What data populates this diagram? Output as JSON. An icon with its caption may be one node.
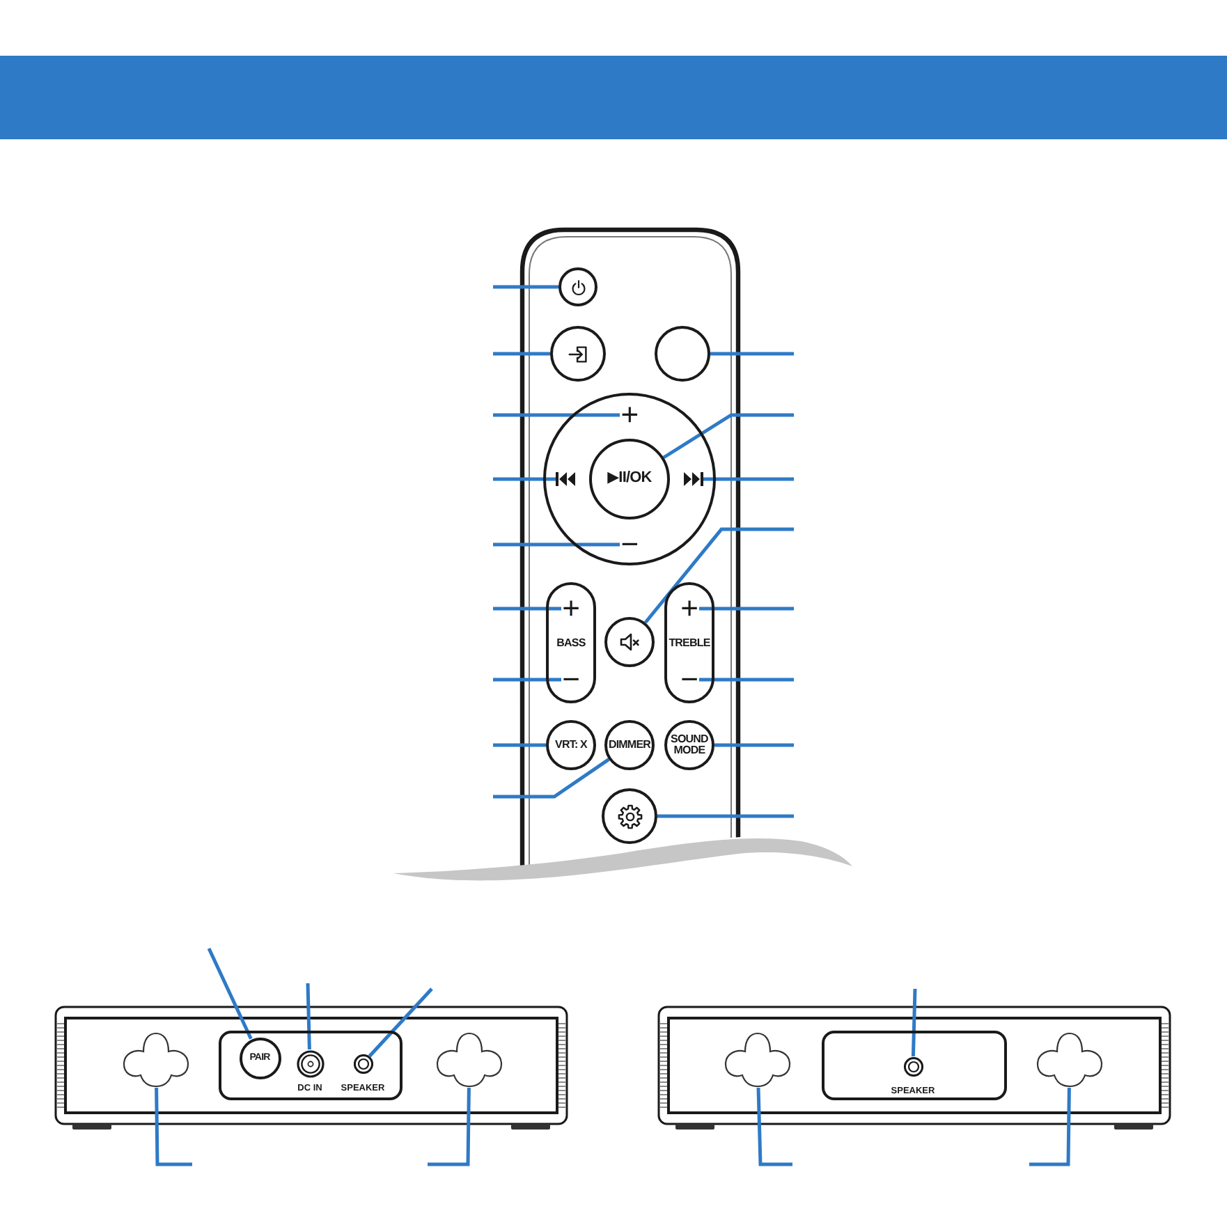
{
  "diagram": {
    "nodes": [
      {
        "text": [],
        "shape": "picture"
      },
      {
        "text": [],
        "shape": "circle",
        "in": 0
      },
      {
        "text": [],
        "shape": "circle",
        "in": 0
      },
      {
        "text": [],
        "shape": "circle",
        "in": 0
      },
      {
        "text": [],
        "shape": "circle",
        "in": 0
      },
      {
        "text": [
          "+"
        ],
        "in": 4
      },
      {
        "text": [],
        "shape": "icon",
        "in": 4
      },
      {
        "text": [
          "▶II/OK"
        ],
        "in": 4
      },
      {
        "text": [],
        "shape": "icon",
        "in": 4
      },
      {
        "text": [
          "−"
        ],
        "in": 4
      },
      {
        "text": [
          "BASS"
        ],
        "in": 0
      },
      {
        "text": [
          "+"
        ],
        "in": 10
      },
      {
        "text": [
          "−"
        ],
        "in": 10
      },
      {
        "text": [],
        "shape": "circle",
        "in": 0
      },
      {
        "text": [
          "TREBLE"
        ],
        "in": 0
      },
      {
        "text": [
          "+"
        ],
        "in": 14
      },
      {
        "text": [
          "−"
        ],
        "in": 14
      },
      {
        "text": [
          "VRT: X"
        ],
        "in": 0
      },
      {
        "text": [
          "DIMMER"
        ],
        "in": 0
      },
      {
        "text": [
          "SOUND MODE"
        ],
        "in": 0
      },
      {
        "text": [],
        "shape": "circle",
        "in": 0
      },
      {
        "text": [],
        "shape": "picture"
      },
      {
        "text": [],
        "shape": "keyhole",
        "in": 21
      },
      {
        "text": [],
        "shape": "box",
        "in": 21
      },
      {
        "text": [
          "PAIR"
        ],
        "in": 23
      },
      {
        "text": [],
        "shape": "circle",
        "beside": [
          "DC IN"
        ],
        "in": 23
      },
      {
        "text": [],
        "shape": "circle",
        "beside": [
          "SPEAKER"
        ],
        "in": 23
      },
      {
        "text": [],
        "shape": "keyhole",
        "in": 21
      },
      {
        "text": [],
        "shape": "picture"
      },
      {
        "text": [],
        "shape": "keyhole",
        "in": 28
      },
      {
        "text": [],
        "shape": "box",
        "in": 28
      },
      {
        "text": [],
        "shape": "circle",
        "beside": [
          "SPEAKER"
        ],
        "in": 30
      },
      {
        "text": [],
        "shape": "keyhole",
        "in": 28
      }
    ],
    "edges": [
      {
        "from": null,
        "to": 1,
        "arrow": "none"
      },
      {
        "from": null,
        "to": 2,
        "arrow": "none"
      },
      {
        "from": null,
        "to": 5,
        "arrow": "none"
      },
      {
        "from": null,
        "to": 6,
        "arrow": "none"
      },
      {
        "from": null,
        "to": 9,
        "arrow": "none"
      },
      {
        "from": null,
        "to": 11,
        "arrow": "none"
      },
      {
        "from": null,
        "to": 12,
        "arrow": "none"
      },
      {
        "from": null,
        "to": 17,
        "arrow": "none"
      },
      {
        "from": null,
        "to": 18,
        "arrow": "none"
      },
      {
        "from": null,
        "to": 3,
        "arrow": "none"
      },
      {
        "from": null,
        "to": 7,
        "arrow": "none"
      },
      {
        "from": null,
        "to": 8,
        "arrow": "none"
      },
      {
        "from": null,
        "to": 13,
        "arrow": "none"
      },
      {
        "from": null,
        "to": 15,
        "arrow": "none"
      },
      {
        "from": null,
        "to": 16,
        "arrow": "none"
      },
      {
        "from": null,
        "to": 19,
        "arrow": "none"
      },
      {
        "from": null,
        "to": 20,
        "arrow": "none"
      },
      {
        "from": null,
        "to": 24,
        "arrow": "none"
      },
      {
        "from": null,
        "to": 25,
        "arrow": "none"
      },
      {
        "from": null,
        "to": 26,
        "arrow": "none"
      },
      {
        "from": null,
        "to": 22,
        "arrow": "none"
      },
      {
        "from": null,
        "to": 27,
        "arrow": "none"
      },
      {
        "from": null,
        "to": 31,
        "arrow": "none"
      },
      {
        "from": null,
        "to": 29,
        "arrow": "none"
      },
      {
        "from": null,
        "to": 32,
        "arrow": "none"
      }
    ]
  }
}
